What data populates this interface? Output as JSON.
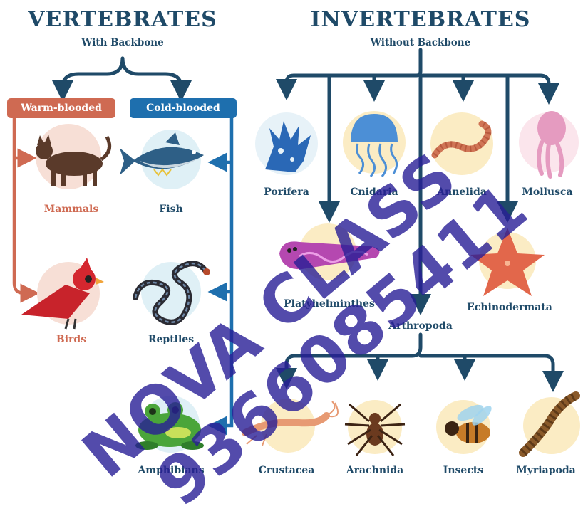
{
  "vertebrates": {
    "title": "VERTEBRATES",
    "subtitle": "With Backbone",
    "warm_label": "Warm-blooded",
    "cold_label": "Cold-blooded",
    "animals": {
      "mammals": "Mammals",
      "birds": "Birds",
      "fish": "Fish",
      "reptiles": "Reptiles",
      "amphibians": "Amphibians"
    }
  },
  "invertebrates": {
    "title": "INVERTEBRATES",
    "subtitle": "Without Backbone",
    "groups": {
      "porifera": "Porifera",
      "cnidaria": "Cnidaria",
      "annelida": "Annelida",
      "mollusca": "Mollusca",
      "platyhelminthes": "Platyhelminthes",
      "echinodermata": "Echinodermata",
      "arthropoda": "Arthropoda"
    },
    "arthropoda_groups": {
      "crustacea": "Crustacea",
      "arachnida": "Arachnida",
      "insects": "Insects",
      "myriapoda": "Myriapoda"
    }
  },
  "watermark": {
    "line1": "NOVA CLASS",
    "line2": "9366085411"
  },
  "colors": {
    "navy": "#1f4a68",
    "warm": "#cf6a52",
    "cold_box": "#1e6fae",
    "watermark": "#281e96"
  }
}
